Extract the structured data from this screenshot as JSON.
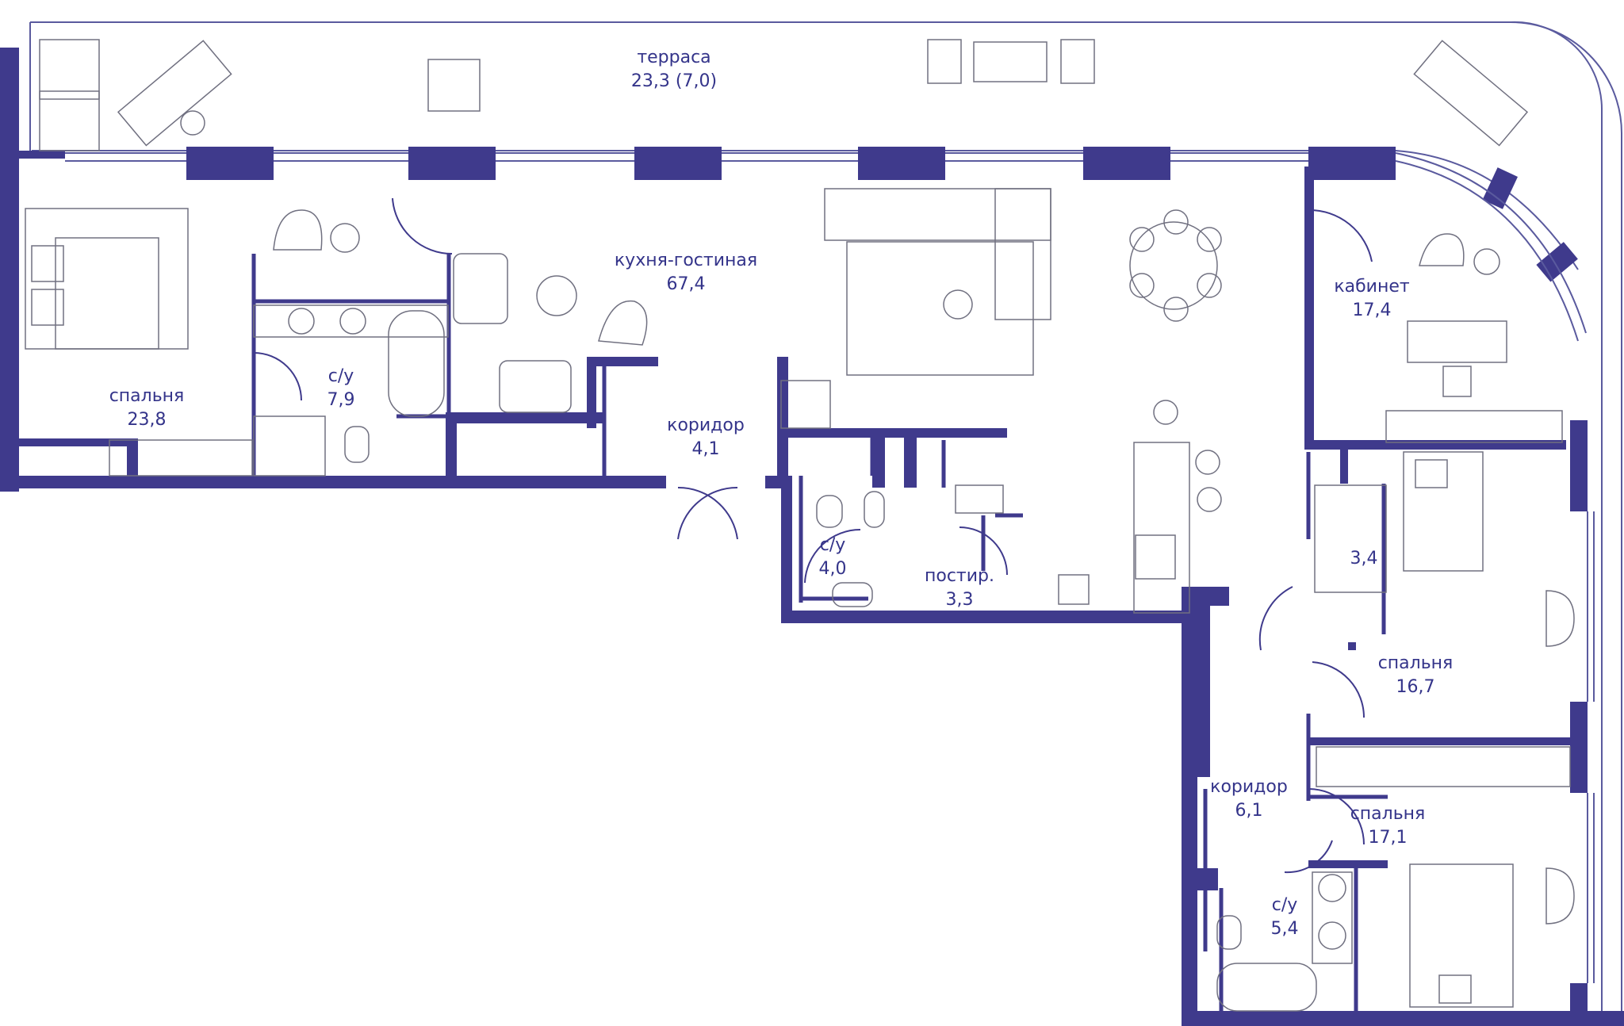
{
  "colors": {
    "wall": "#3f3a8c",
    "line": "#5a5a9e",
    "text": "#34348a",
    "furniture": "#707080"
  },
  "rooms": [
    {
      "id": "terrace",
      "name": "терраса",
      "area": "23,3 (7,0)"
    },
    {
      "id": "bedroom-1",
      "name": "спальня",
      "area": "23,8"
    },
    {
      "id": "bathroom-1",
      "name": "с/у",
      "area": "7,9"
    },
    {
      "id": "kitchen-living",
      "name": "кухня-гостиная",
      "area": "67,4"
    },
    {
      "id": "corridor-1",
      "name": "коридор",
      "area": "4,1"
    },
    {
      "id": "bathroom-2",
      "name": "с/у",
      "area": "4,0"
    },
    {
      "id": "laundry",
      "name": "постир.",
      "area": "3,3"
    },
    {
      "id": "study",
      "name": "кабинет",
      "area": "17,4"
    },
    {
      "id": "closet",
      "name": "",
      "area": "3,4"
    },
    {
      "id": "bedroom-2",
      "name": "спальня",
      "area": "16,7"
    },
    {
      "id": "corridor-2",
      "name": "коридор",
      "area": "6,1"
    },
    {
      "id": "bedroom-3",
      "name": "спальня",
      "area": "17,1"
    },
    {
      "id": "bathroom-3",
      "name": "с/у",
      "area": "5,4"
    }
  ]
}
